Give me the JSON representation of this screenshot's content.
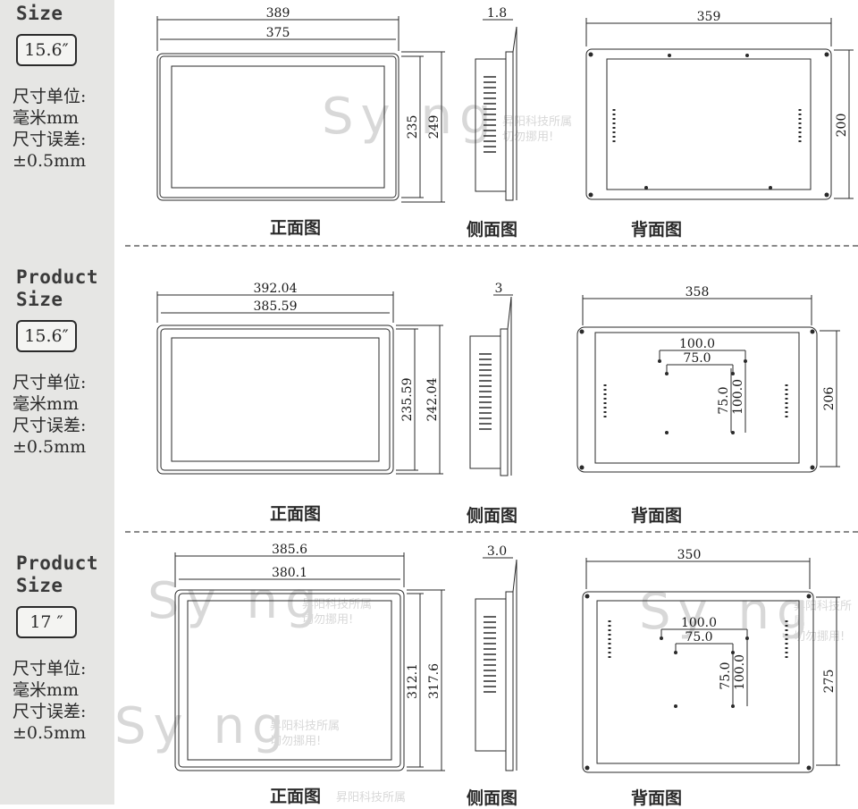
{
  "panels": [
    {
      "label": "Size",
      "size": "15.6″",
      "units": "尺寸单位:\n毫米mm\n尺寸误差:\n±0.5mm",
      "front": {
        "outer_w": "389",
        "inner_w": "375",
        "inner_h": "235",
        "outer_h": "249"
      },
      "side": {
        "depth": "1.8"
      },
      "back": {
        "width": "359",
        "height": "200"
      },
      "captions": {
        "front": "正面图",
        "side": "侧面图",
        "back": "背面图"
      }
    },
    {
      "label": "Product\nSize",
      "size": "15.6″",
      "units": "尺寸单位:\n毫米mm\n尺寸误差:\n±0.5mm",
      "front": {
        "outer_w": "392.04",
        "inner_w": "385.59",
        "inner_h": "235.59",
        "outer_h": "242.04"
      },
      "side": {
        "depth": "3"
      },
      "back": {
        "width": "358",
        "height": "206",
        "vesa_outer": "100.0",
        "vesa_inner": "75.0"
      },
      "captions": {
        "front": "正面图",
        "side": "侧面图",
        "back": "背面图"
      }
    },
    {
      "label": "Product\nSize",
      "size": "17 ″",
      "units": "尺寸单位:\n毫米mm\n尺寸误差:\n±0.5mm",
      "front": {
        "outer_w": "385.6",
        "inner_w": "380.1",
        "inner_h": "312.1",
        "outer_h": "317.6"
      },
      "side": {
        "depth": "3.0"
      },
      "back": {
        "width": "350",
        "height": "275",
        "vesa_outer": "100.0",
        "vesa_inner": "75.0"
      },
      "captions": {
        "front": "正面图",
        "side": "侧面图",
        "back": "背面图"
      }
    }
  ],
  "watermark": {
    "brand": "Sy  ng",
    "line1": "昇阳科技所属",
    "line2": "切勿挪用!"
  },
  "colors": {
    "line": "#2a2a2a",
    "sidebar": "#e6e6e4",
    "divider": "#8a8a8a"
  }
}
